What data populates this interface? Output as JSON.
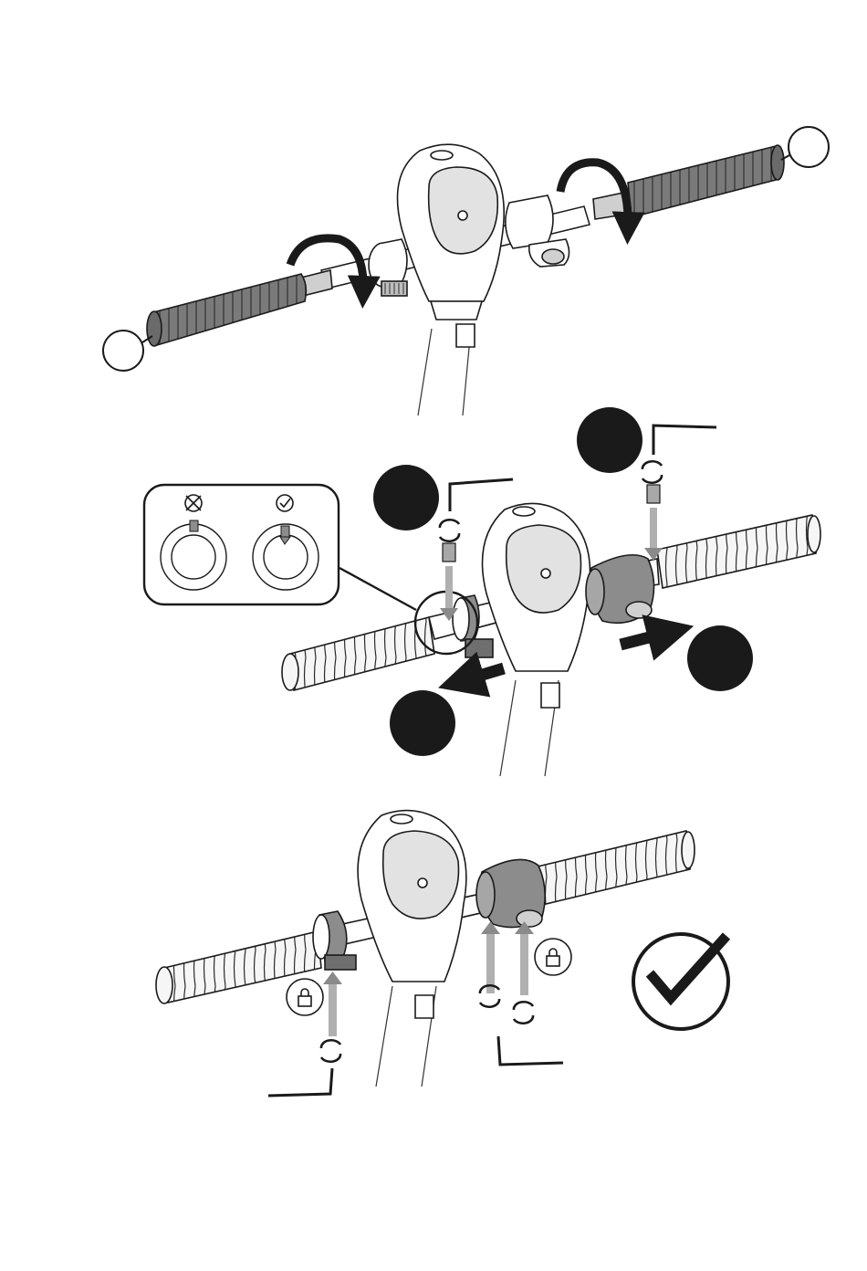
{
  "page": {
    "background": "#ffffff",
    "panels": [
      "install-grips",
      "attach-controls",
      "tighten-and-verify"
    ]
  },
  "colors": {
    "line": "#1a1a1a",
    "grip_dark": "#7a7a7a",
    "grip_light": "#f4f4f4",
    "control_fill": "#8c8c8c",
    "step_badge": "#1a1a1a",
    "arrow_gray": "#9a9a9a"
  },
  "icons": {
    "panel1": [
      "rotate-arrow-icon",
      "rotate-arrow-icon",
      "step-callout-icon",
      "step-callout-icon"
    ],
    "panel2": [
      "hex-key-icon",
      "hex-key-icon",
      "set-screw-icon",
      "set-screw-icon",
      "rotate-cycle-icon",
      "rotate-cycle-icon",
      "slide-arrow-icon",
      "slide-arrow-icon",
      "step-badge-icon",
      "step-badge-icon",
      "step-badge-icon",
      "step-badge-icon",
      "wrong-alignment-icon",
      "correct-alignment-icon"
    ],
    "panel3": [
      "lock-icon",
      "lock-icon",
      "rotate-cycle-icon",
      "rotate-cycle-icon",
      "rotate-cycle-icon",
      "hex-key-icon",
      "hex-key-icon",
      "checkmark-icon"
    ]
  }
}
